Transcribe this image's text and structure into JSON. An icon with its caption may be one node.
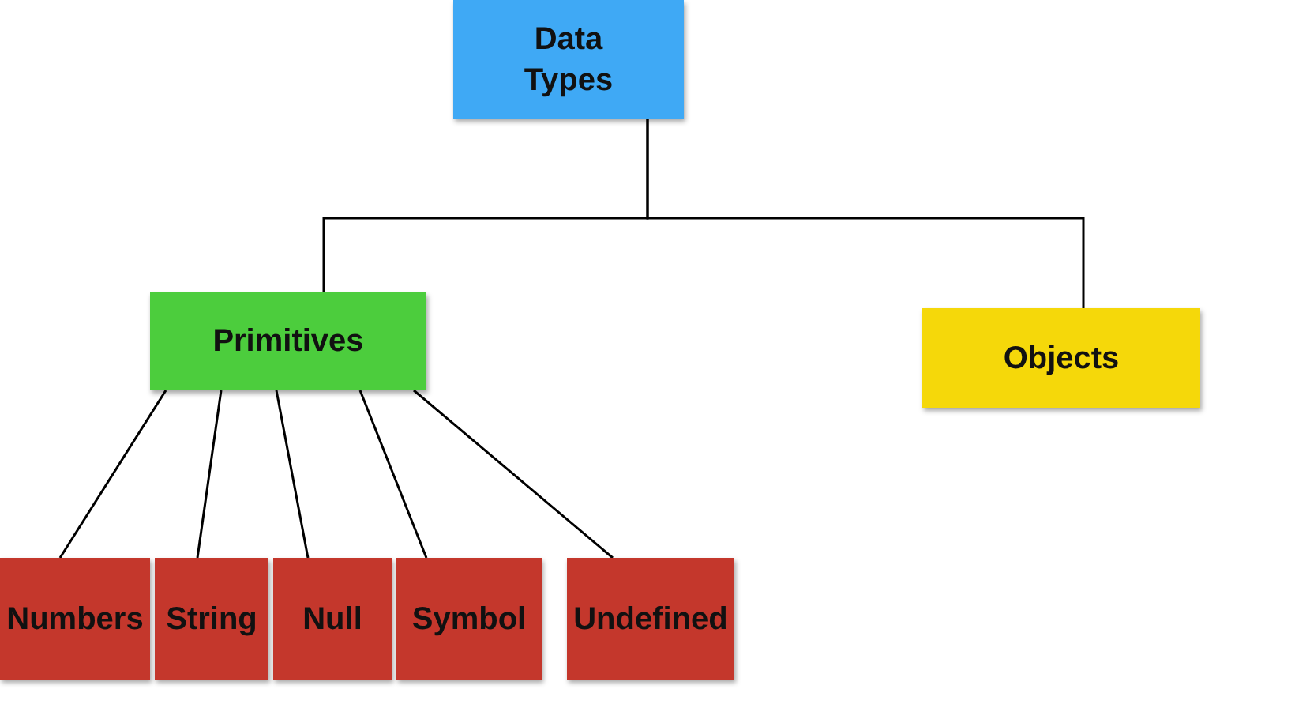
{
  "diagram": {
    "nodes": [
      {
        "text": [
          "Data Types"
        ]
      },
      {
        "text": [
          "Primitives"
        ]
      },
      {
        "text": [
          "Objects"
        ]
      },
      {
        "text": [
          "Numbers"
        ]
      },
      {
        "text": [
          "String"
        ]
      },
      {
        "text": [
          "Null"
        ]
      },
      {
        "text": [
          "Symbol"
        ]
      },
      {
        "text": [
          "Undefined"
        ]
      }
    ],
    "edges": [
      {
        "from": 0,
        "to": 1,
        "arrow": "none"
      },
      {
        "from": 0,
        "to": 2,
        "arrow": "none"
      },
      {
        "from": 1,
        "to": 3,
        "arrow": "none"
      },
      {
        "from": 1,
        "to": 4,
        "arrow": "none"
      },
      {
        "from": 1,
        "to": 5,
        "arrow": "none"
      },
      {
        "from": 1,
        "to": 6,
        "arrow": "none"
      },
      {
        "from": 1,
        "to": 7,
        "arrow": "none"
      }
    ]
  }
}
